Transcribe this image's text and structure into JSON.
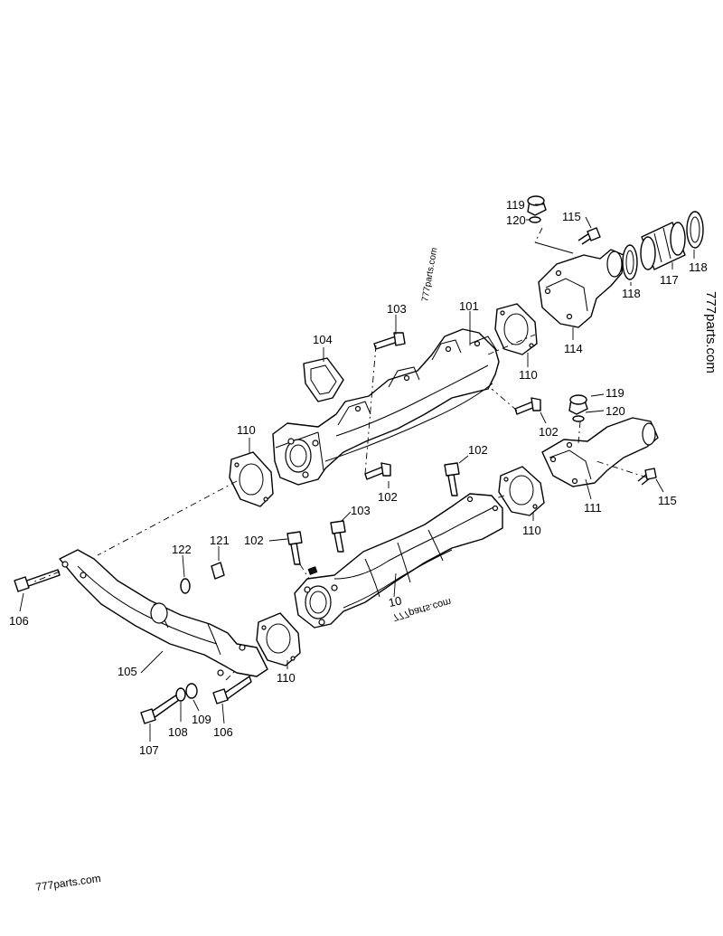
{
  "watermark": {
    "site": "777parts.com",
    "corner": "777parts.com"
  },
  "callouts": {
    "c101": "101",
    "c102a": "102",
    "c102b": "102",
    "c102c": "102",
    "c102d": "102",
    "c103a": "103",
    "c103b": "103",
    "c104": "104",
    "c105": "105",
    "c106a": "106",
    "c106b": "106",
    "c107": "107",
    "c108": "108",
    "c109": "109",
    "c110a": "110",
    "c110b": "110",
    "c110c": "110",
    "c110d": "110",
    "c111": "111",
    "c114": "114",
    "c115a": "115",
    "c115b": "115",
    "c117": "117",
    "c118a": "118",
    "c118b": "118",
    "c119a": "119",
    "c119b": "119",
    "c120a": "120",
    "c120b": "120",
    "c121": "121",
    "c122": "122",
    "c10x": "10"
  }
}
